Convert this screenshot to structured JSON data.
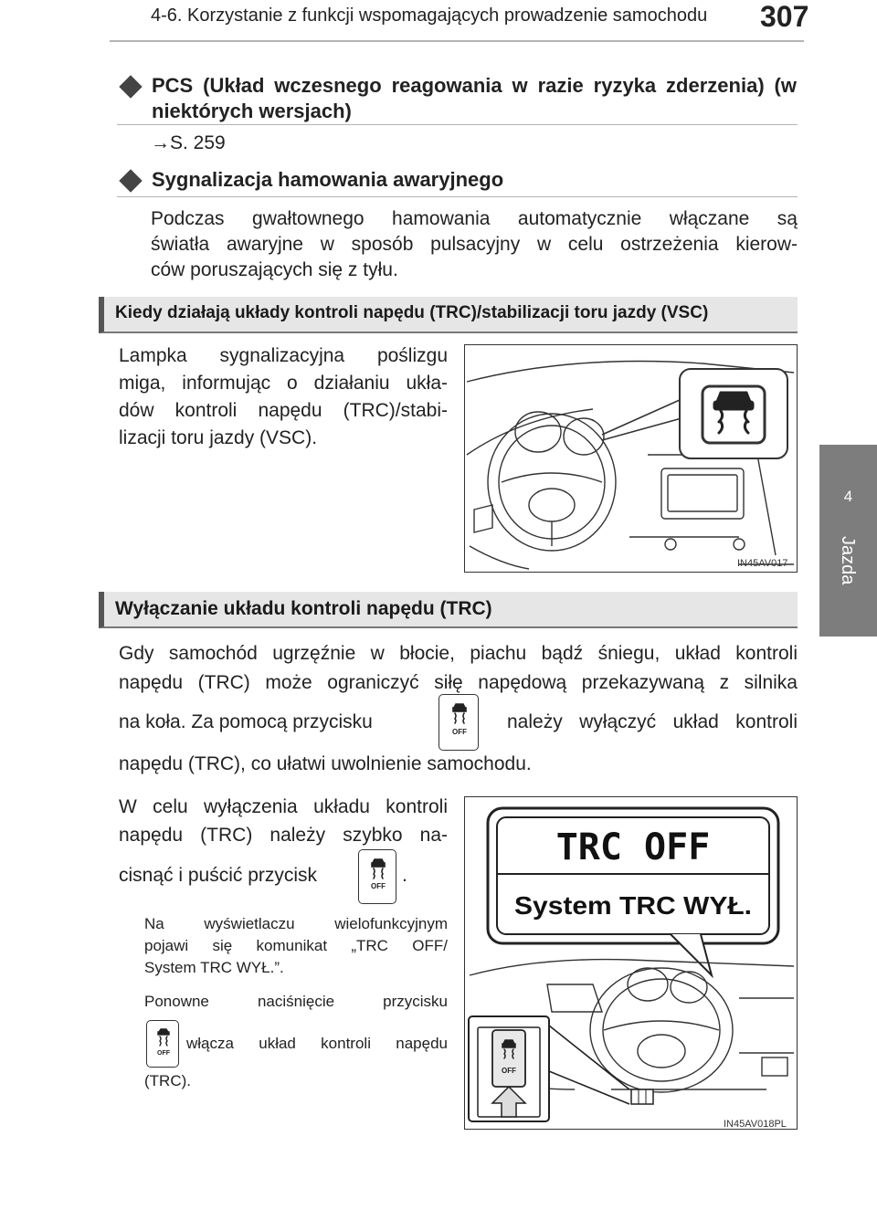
{
  "header": {
    "section_title": "4-6. Korzystanie z funkcji wspomagających prowadzenie samochodu",
    "page_number": "307"
  },
  "side_tab": {
    "number": "4",
    "label": "Jazda"
  },
  "pcs": {
    "heading": "PCS (Układ wczesnego reagowania w razie ryzyka zderzenia) (w niektórych wersjach)",
    "ref": "→S. 259"
  },
  "emergency_braking": {
    "heading": "Sygnalizacja hamowania awaryjnego",
    "line1": "Podczas gwałtownego hamowania automatycznie włączane są",
    "line2": "światła awaryjne w sposób pulsacyjny w celu ostrzeżenia kierow-",
    "line3": "ców poruszających się z tyłu."
  },
  "section1": {
    "title": "Kiedy działają układy kontroli napędu (TRC)/stabilizacji toru jazdy (VSC)",
    "line1": "Lampka sygnalizacyjna poślizgu",
    "line2": "miga, informując o działaniu ukła-",
    "line3": "dów kontroli napędu (TRC)/stabi-",
    "line4": "lizacji toru jazdy (VSC).",
    "figure_code": "IN45AV017"
  },
  "section2": {
    "title": "Wyłączanie układu kontroli napędu (TRC)",
    "p1_line1": "Gdy samochód ugrzęźnie w błocie, piachu bądź śniegu, układ kontroli",
    "p1_line2": "napędu (TRC) może ograniczyć siłę napędową przekazywaną z silnika",
    "p1_line3a": "na koła. Za pomocą przycisku",
    "p1_line3b": "należy wyłączyć układ kontroli",
    "p1_line4": "napędu (TRC), co ułatwi uwolnienie samochodu.",
    "p2_line1": "W celu wyłączenia układu kontroli",
    "p2_line2": "napędu (TRC) należy szybko na-",
    "p2_line3": "cisnąć i puścić przycisk",
    "p2_line3_end": ".",
    "note1_line1": "Na wyświetlaczu wielofunkcyjnym",
    "note1_line2": "pojawi się komunikat „TRC OFF/",
    "note1_line3": "System TRC WYŁ.”.",
    "note2_line1": "Ponowne naciśnięcie przycisku",
    "note2_line2": "włącza układ kontroli napędu",
    "note2_line3": "(TRC).",
    "display_line1": "TRC OFF",
    "display_line2": "System TRC WYŁ.",
    "button_label": "OFF",
    "figure_code": "IN45AV018PL"
  },
  "colors": {
    "bar_bg": "#e6e6e6",
    "tab_bg": "#7d7d7d",
    "text": "#222222"
  }
}
